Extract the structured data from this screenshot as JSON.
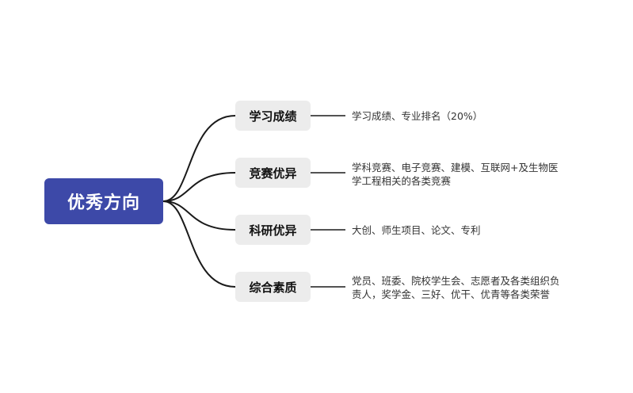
{
  "root": {
    "label": "优秀方向"
  },
  "branches": [
    {
      "label": "学习成绩",
      "detail_lines": [
        "学习成绩、专业排名（20%）"
      ]
    },
    {
      "label": "竞赛优异",
      "detail_lines": [
        "学科竞赛、电子竞赛、建模、互联网+及生物医",
        "学工程相关的各类竞赛"
      ]
    },
    {
      "label": "科研优异",
      "detail_lines": [
        "大创、师生项目、论文、专利"
      ]
    },
    {
      "label": "综合素质",
      "detail_lines": [
        "党员、班委、院校学生会、志愿者及各类组织负",
        "责人，奖学金、三好、优干、优青等各类荣誉"
      ]
    }
  ],
  "colors": {
    "root_fill": "#3d49a8",
    "branch_fill": "#ececec",
    "connector": "#1a1a1a"
  }
}
